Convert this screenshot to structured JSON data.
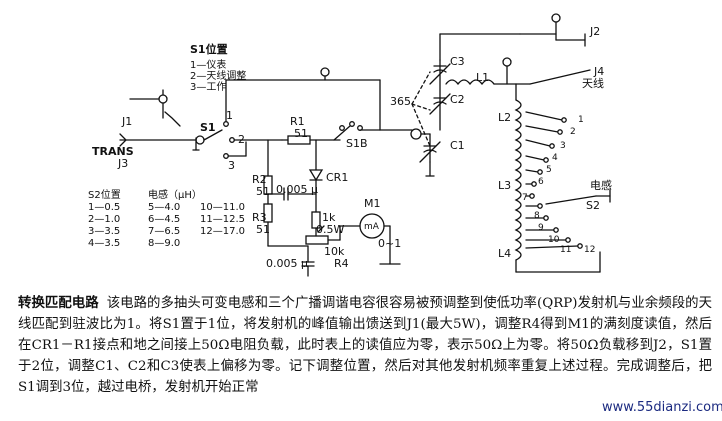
{
  "labels": {
    "s1_title": "S1位置",
    "j1": "J1",
    "trans": "TRANS",
    "j3": "J3",
    "s1": "S1",
    "sw1_1": "1",
    "sw1_2": "2",
    "sw1_3": "3",
    "r1": "R1",
    "r1_val": "51",
    "s1b": "S1B",
    "cr1": "CR1",
    "r2": "R2",
    "r2_val": "51",
    "c_005a": "0.005 μ",
    "r3": "R3",
    "r3_val": "51",
    "r_1k": "1k",
    "r_05w": "0.5W",
    "r4_val": "10k",
    "r4": "R4",
    "c_005b": "0.005 μ",
    "m1": "M1",
    "ma": "mA",
    "meter_range": "0~1",
    "c365": "365",
    "c3": "C3",
    "c2": "C2",
    "c1": "C1",
    "l1": "L1",
    "l2": "L2",
    "l3": "L3",
    "l4": "L4",
    "j2": "J2",
    "j4": "J4",
    "antenna": "天线",
    "inductance": "电感",
    "s2": "S2",
    "tap_1": "1",
    "tap_2": "2",
    "tap_3": "3",
    "tap_4": "4",
    "tap_5": "5",
    "tap_6": "6",
    "tap_7": "7",
    "tap_8": "8",
    "tap_9": "9",
    "tap_10": "10",
    "tap_11": "11",
    "tap_12": "12"
  },
  "s1_legend": [
    "1—仪表",
    "2—天线调整",
    "3—工作"
  ],
  "s2_table": {
    "header": [
      "S2位置",
      "电感（μH）"
    ],
    "rows": [
      [
        "1—0.5",
        "5—4.0",
        "10—11.0"
      ],
      [
        "2—1.0",
        "6—4.5",
        "11—12.5"
      ],
      [
        "3—3.5",
        "7—6.5",
        "12—17.0"
      ],
      [
        "4—3.5",
        "8—9.0",
        ""
      ]
    ]
  },
  "description": {
    "title": "转换匹配电路",
    "body": "该电路的多抽头可变电感和三个广播调谐电容很容易被预调整到使低功率(QRP)发射机与业余频段的天线匹配到驻波比为1。将S1置于1位，将发射机的峰值输出馈送到J1(最大5W)，调整R4得到M1的满刻度读值，然后在CR1－R1接点和地之间接上50Ω电阻负载，此时表上的读值应为零，表示50Ω上为零。将50Ω负载移到J2，S1置于2位，调整C1、C2和C3使表上偏移为零。记下调整位置，然后对其他发射机频率重复上述过程。完成调整后，把S1调到3位，越过电桥，发射机开始正常"
  },
  "watermark": "www.55dianzi.com"
}
